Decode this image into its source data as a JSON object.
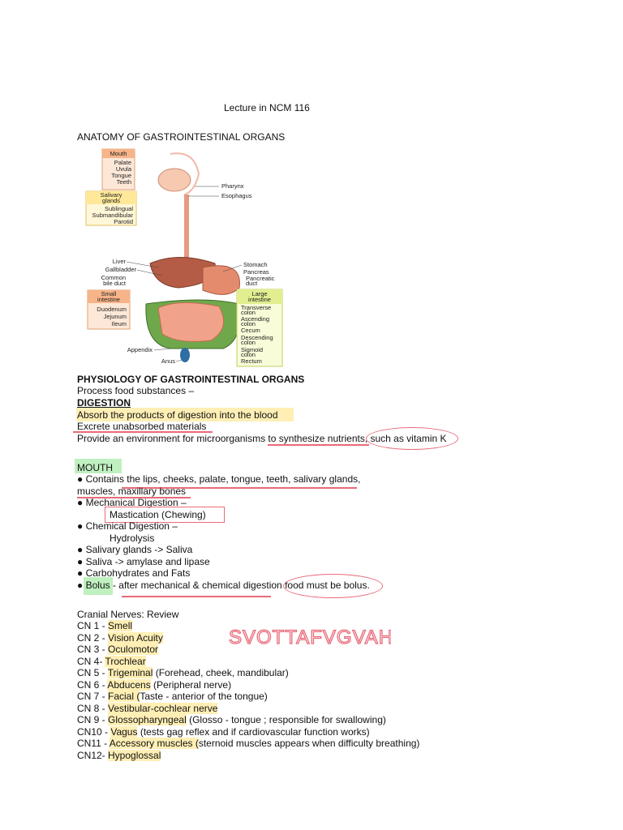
{
  "doc": {
    "title": "Lecture in NCM 116",
    "anatomy_heading": "ANATOMY OF GASTROINTESTINAL ORGANS",
    "diagram": {
      "box_mouth": [
        "Mouth",
        "Palate",
        "Uvula",
        "Tongue",
        "Teeth"
      ],
      "box_salivary": [
        "Salivary",
        "glands",
        "Sublingual",
        "Submandibular",
        "Parotid"
      ],
      "right_upper": [
        "Pharynx",
        "Esophagus"
      ],
      "left_mid": [
        "Liver",
        "Gallbladder",
        "Common",
        "bile duct"
      ],
      "box_small": [
        "Small",
        "intestine",
        "Duodenum",
        "Jejunum",
        "Ileum"
      ],
      "right_mid": [
        "Stomach",
        "Pancreas",
        "Pancreatic",
        "duct"
      ],
      "box_large": [
        "Large",
        "intestine",
        "Transverse",
        "colon",
        "Ascending",
        "colon",
        "Cecum",
        "Descending",
        "colon",
        "Sigmoid",
        "colon",
        "Rectum"
      ],
      "bottom": [
        "Appendix",
        "Anus"
      ]
    },
    "physiology_heading": "PHYSIOLOGY OF GASTROINTESTINAL ORGANS",
    "process_line": "Process food substances –",
    "digestion": "DIGESTION",
    "absorb": "Absorb the products of digestion into the blood",
    "excrete": "Excrete unabsorbed materials",
    "provide_a": "Provide an environment for microorganisms to synthesize nutrients",
    "provide_b": ", such as vitamin K",
    "mouth_heading": "MOUTH",
    "mouth_items": [
      "● Contains the lips, cheeks, palate, tongue, teeth, salivary glands,",
      "muscles, maxillary bones",
      "● Mechanical Digestion –",
      "Mastication (Chewing)",
      "● Chemical Digestion –",
      "Hydrolysis",
      "● Salivary glands -> Saliva",
      "● Saliva -> amylase and lipase",
      "● Carbohydrates and Fats"
    ],
    "bolus_bullet": "● ",
    "bolus_word": "Bolus",
    "bolus_rest_a": " - after mechanical & chemical digestion ",
    "bolus_rest_b": "food must be bolus.",
    "cranial_heading": "Cranial Nerves: Review",
    "cranial": [
      {
        "pre": "CN 1 - ",
        "name": "Smell",
        "post": ""
      },
      {
        "pre": "CN 2 - ",
        "name": "Vision Acuity",
        "post": ""
      },
      {
        "pre": "CN 3 - ",
        "name": "Oculomotor",
        "post": ""
      },
      {
        "pre": "CN 4- ",
        "name": "Trochlear",
        "post": ""
      },
      {
        "pre": "CN 5 - ",
        "name": "Trigeminal",
        "post": " (Forehead, cheek, mandibular)"
      },
      {
        "pre": "CN 6 - ",
        "name": "Abducens",
        "post": " (Peripheral nerve)"
      },
      {
        "pre": "CN 7 - ",
        "name": "Facial (",
        "post": "Taste - anterior of the tongue)"
      },
      {
        "pre": "CN 8 - ",
        "name": "Vestibular-cochlear nerve",
        "post": ""
      },
      {
        "pre": "CN 9 - ",
        "name": "Glossopharyngeal",
        "post": " (Glosso - tongue ; responsible for swallowing)"
      },
      {
        "pre": "CN10 - ",
        "name": "Vagus",
        "post": " (tests gag reflex and if cardiovascular function works)"
      },
      {
        "pre": "CN11 - ",
        "name": "Accessory muscles (",
        "post": "sternoid muscles appears when difficulty breathing)"
      },
      {
        "pre": "CN12- ",
        "name": "Hypoglossal",
        "post": ""
      }
    ],
    "handwriting": "SVOTTAFVGVAH"
  },
  "colors": {
    "annotation_red": "#e86b7a",
    "highlight_yellow": "#ffe278",
    "highlight_green": "#96e696"
  }
}
